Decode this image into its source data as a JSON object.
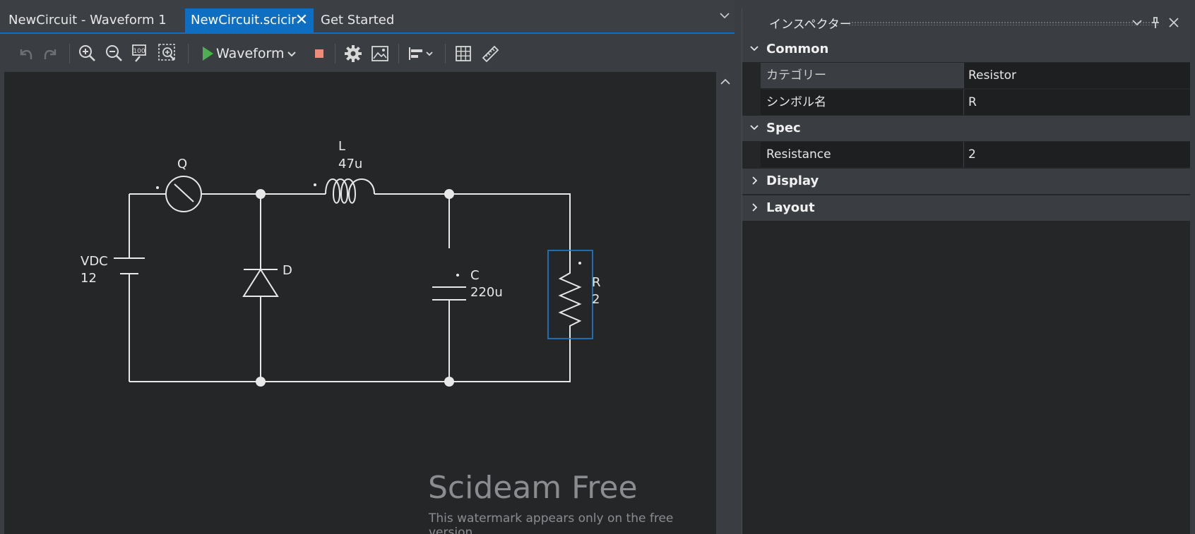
{
  "tabs": {
    "waveform": "NewCircuit - Waveform 1",
    "circuit": "NewCircuit.scicir",
    "get_started": "Get Started"
  },
  "toolbar": {
    "run_label": "Waveform",
    "icons": [
      "undo-icon",
      "redo-icon",
      "zoom-in-icon",
      "zoom-out-icon",
      "zoom-fit-icon",
      "zoom-selection-icon",
      "play-icon",
      "chevron-down-icon",
      "stop-icon",
      "gear-icon",
      "image-icon",
      "align-icon",
      "grid-icon",
      "ruler-icon"
    ],
    "colors": {
      "play": "#4caf50",
      "stop": "#f08a7a"
    }
  },
  "circuit": {
    "components": {
      "source": {
        "name": "VDC",
        "value": "12"
      },
      "switch": {
        "name": "Q"
      },
      "diode": {
        "name": "D"
      },
      "inductor": {
        "name": "L",
        "value": "47u"
      },
      "capacitor": {
        "name": "C",
        "value": "220u"
      },
      "resistor": {
        "name": "R",
        "value": "2"
      }
    },
    "selection_color": "#1f7fd1",
    "wire_color": "#e8e8e8"
  },
  "watermark": {
    "title": "Scideam Free",
    "subtitle": "This watermark appears only on the free version."
  },
  "inspector": {
    "title": "インスペクター",
    "sections": {
      "common": {
        "label": "Common",
        "rows": [
          {
            "key": "カテゴリー",
            "value": "Resistor"
          },
          {
            "key": "シンボル名",
            "value": "R"
          }
        ]
      },
      "spec": {
        "label": "Spec",
        "rows": [
          {
            "key": "Resistance",
            "value": "2"
          }
        ]
      },
      "display": {
        "label": "Display"
      },
      "layout": {
        "label": "Layout"
      }
    }
  }
}
